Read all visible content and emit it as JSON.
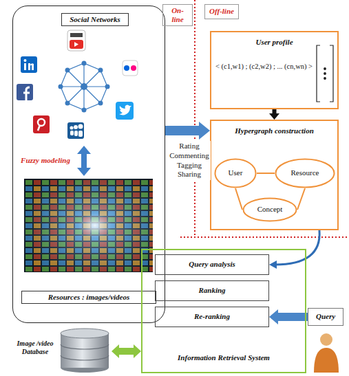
{
  "diagram": {
    "nodes": [
      {
        "text": [
          "Social Networks",
          "Fuzzy modeling",
          "Resources : images/videos"
        ]
      },
      {
        "text": [
          "On-line"
        ]
      },
      {
        "text": [
          "Off-line"
        ]
      },
      {
        "text": [
          "User profile",
          "< (c1,w1) ; (c2,w2) ; ... (cn,wn) >"
        ]
      },
      {
        "text": [
          "Hypergraph construction"
        ]
      },
      {
        "text": [
          "User"
        ],
        "in": 4
      },
      {
        "text": [
          "Resource"
        ],
        "in": 4
      },
      {
        "text": [
          "Concept"
        ],
        "in": 4
      },
      {
        "text": [
          "Information Retrieval System"
        ]
      },
      {
        "text": [
          "Query analysis"
        ],
        "in": 8
      },
      {
        "text": [
          "Ranking"
        ],
        "in": 8
      },
      {
        "text": [
          "Re-ranking"
        ],
        "in": 8
      },
      {
        "text": [
          "Query"
        ]
      },
      {
        "text": [
          "Image /video Database"
        ]
      }
    ],
    "edges": [
      {
        "from": 0,
        "to": 4,
        "arrow": "to",
        "label": "Rating Commenting Tagging Sharing"
      },
      {
        "from": 3,
        "to": 4,
        "arrow": "to"
      },
      {
        "from": 5,
        "to": 6,
        "arrow": "none"
      },
      {
        "from": 5,
        "to": 7,
        "arrow": "none"
      },
      {
        "from": 6,
        "to": 7,
        "arrow": "none"
      },
      {
        "from": 4,
        "to": 9,
        "arrow": "to"
      },
      {
        "from": 12,
        "to": 11,
        "arrow": "to"
      },
      {
        "from": 13,
        "to": 8,
        "arrow": "both"
      }
    ]
  }
}
